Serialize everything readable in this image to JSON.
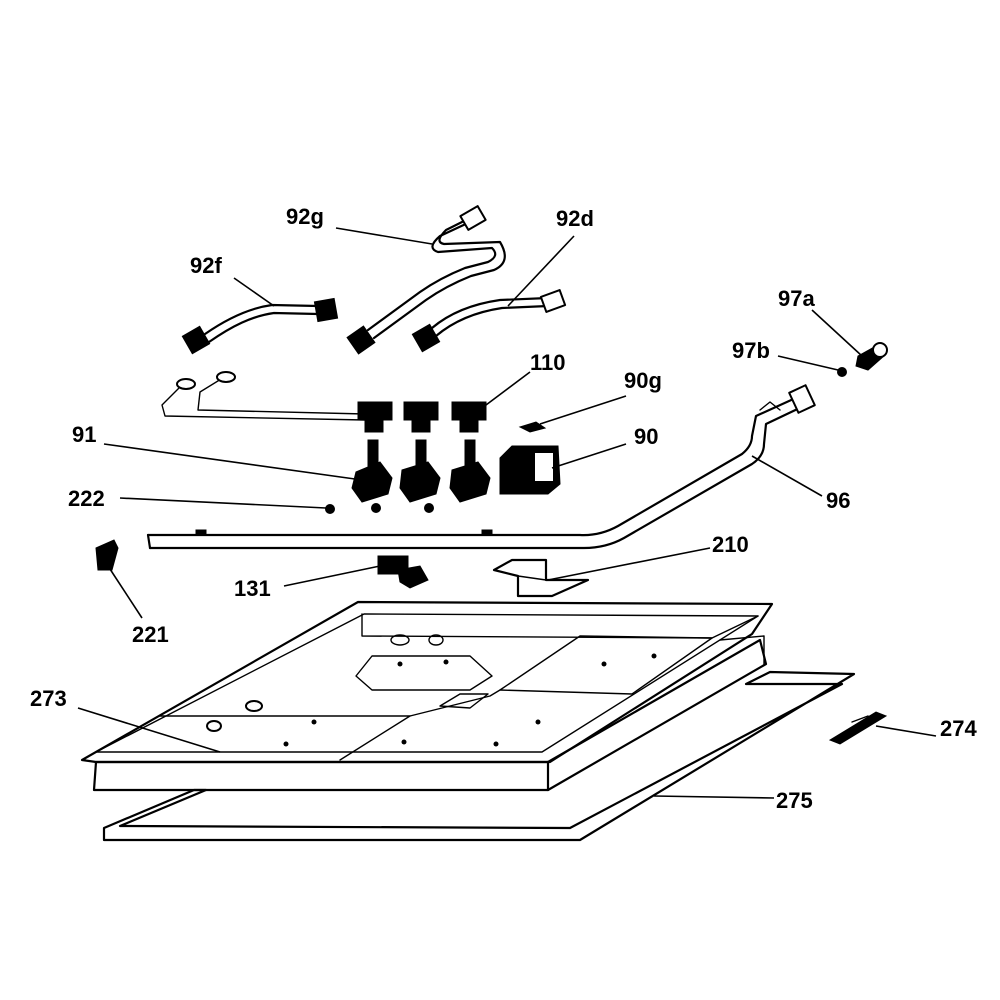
{
  "callouts": {
    "c92g": "92g",
    "c92f": "92f",
    "c92d": "92d",
    "c97a": "97a",
    "c97b": "97b",
    "c110": "110",
    "c90g": "90g",
    "c91": "91",
    "c90": "90",
    "c222": "222",
    "c96": "96",
    "c210": "210",
    "c131": "131",
    "c221": "221",
    "c273": "273",
    "c274": "274",
    "c275": "275"
  }
}
